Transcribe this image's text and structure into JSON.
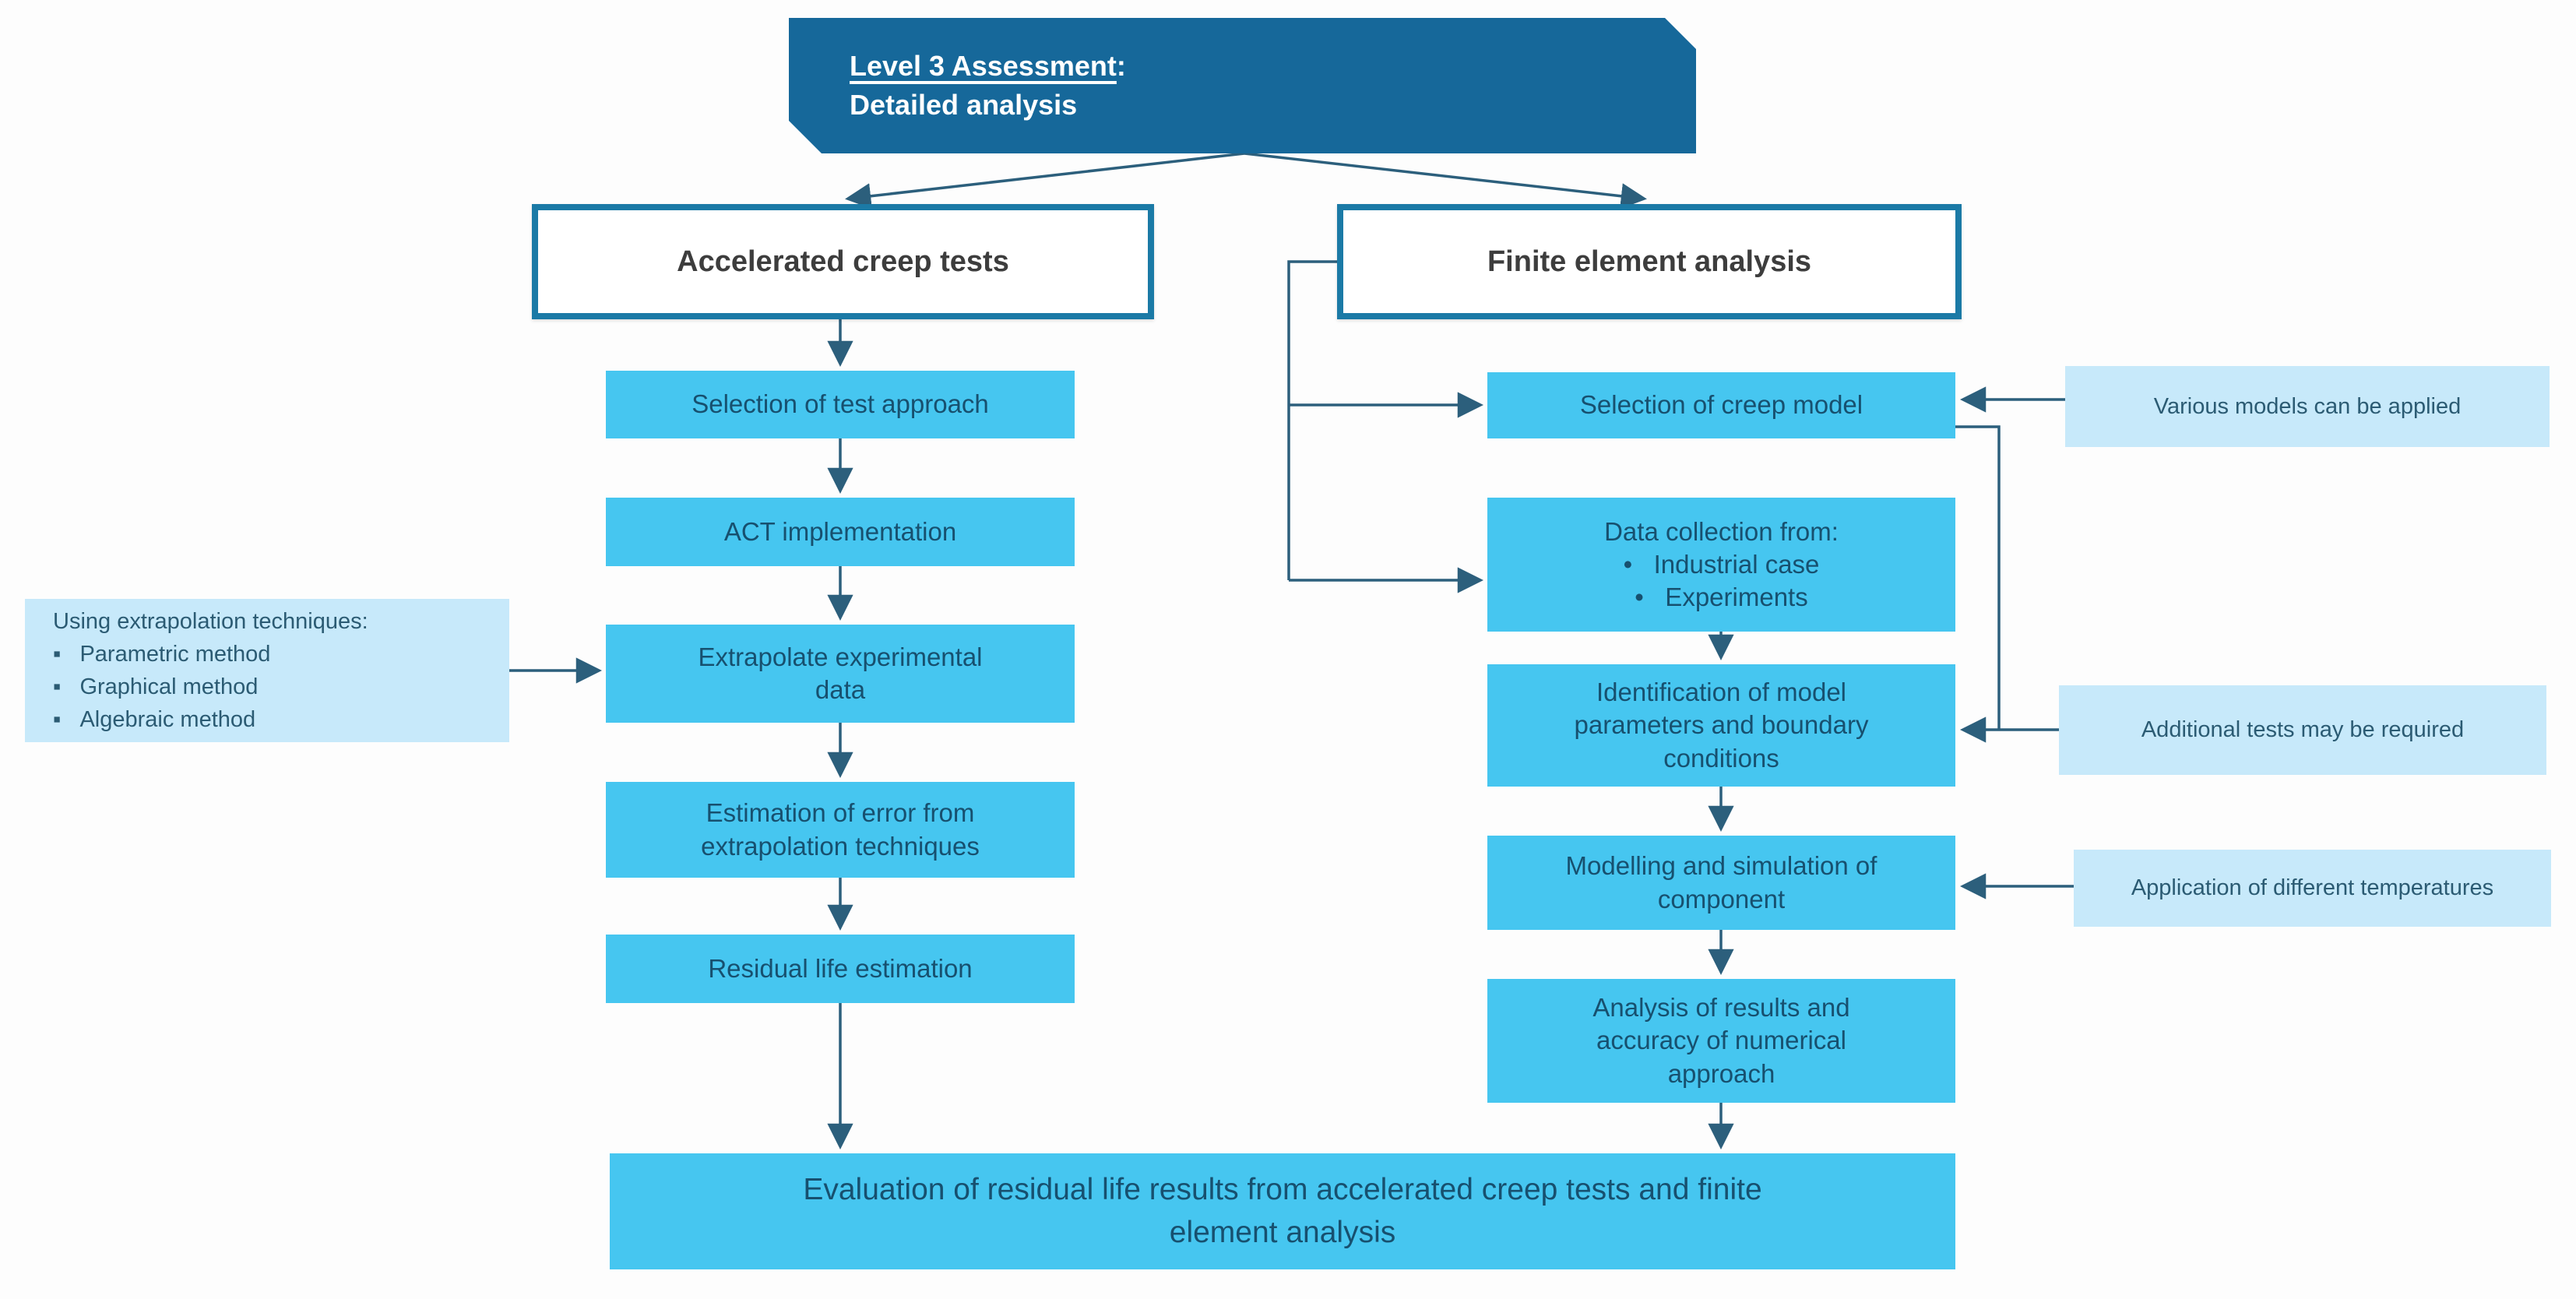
{
  "header": {
    "line1": "Level 3 Assessment",
    "colon": ":",
    "line2": "Detailed analysis"
  },
  "branches": {
    "left": {
      "title": "Accelerated creep tests",
      "steps": [
        {
          "label": "Selection of test approach"
        },
        {
          "label": "ACT implementation"
        },
        {
          "label": "Extrapolate experimental\ndata"
        },
        {
          "label": "Estimation of error from\nextrapolation techniques"
        },
        {
          "label": "Residual life estimation"
        }
      ]
    },
    "right": {
      "title": "Finite element analysis",
      "steps": [
        {
          "label": "Selection of creep model"
        },
        {
          "label": "Data collection from:\n•   Industrial case\n•   Experiments"
        },
        {
          "label": "Identification of model\nparameters and boundary\nconditions"
        },
        {
          "label": "Modelling and simulation of\ncomponent"
        },
        {
          "label": "Analysis of results and\naccuracy of numerical\napproach"
        }
      ]
    }
  },
  "notes": {
    "extrapolation": {
      "text": "Using extrapolation techniques:\n▪   Parametric method\n▪   Graphical method\n▪   Algebraic method"
    },
    "various_models": {
      "text": "Various models can be applied"
    },
    "additional_tests": {
      "text": "Additional tests may be required"
    },
    "application_temperatures": {
      "text": "Application of different temperatures"
    }
  },
  "final": {
    "label": "Evaluation of residual life results from accelerated creep tests and finite\nelement analysis"
  },
  "colors": {
    "header_bg": "#16689A",
    "step_bg": "#46C6F0",
    "step_text": "#17506F",
    "note_bg": "#C7E9FA",
    "note_text": "#2B5B73",
    "branch_border": "#1B7AA6",
    "connector": "#2C5F7C"
  }
}
